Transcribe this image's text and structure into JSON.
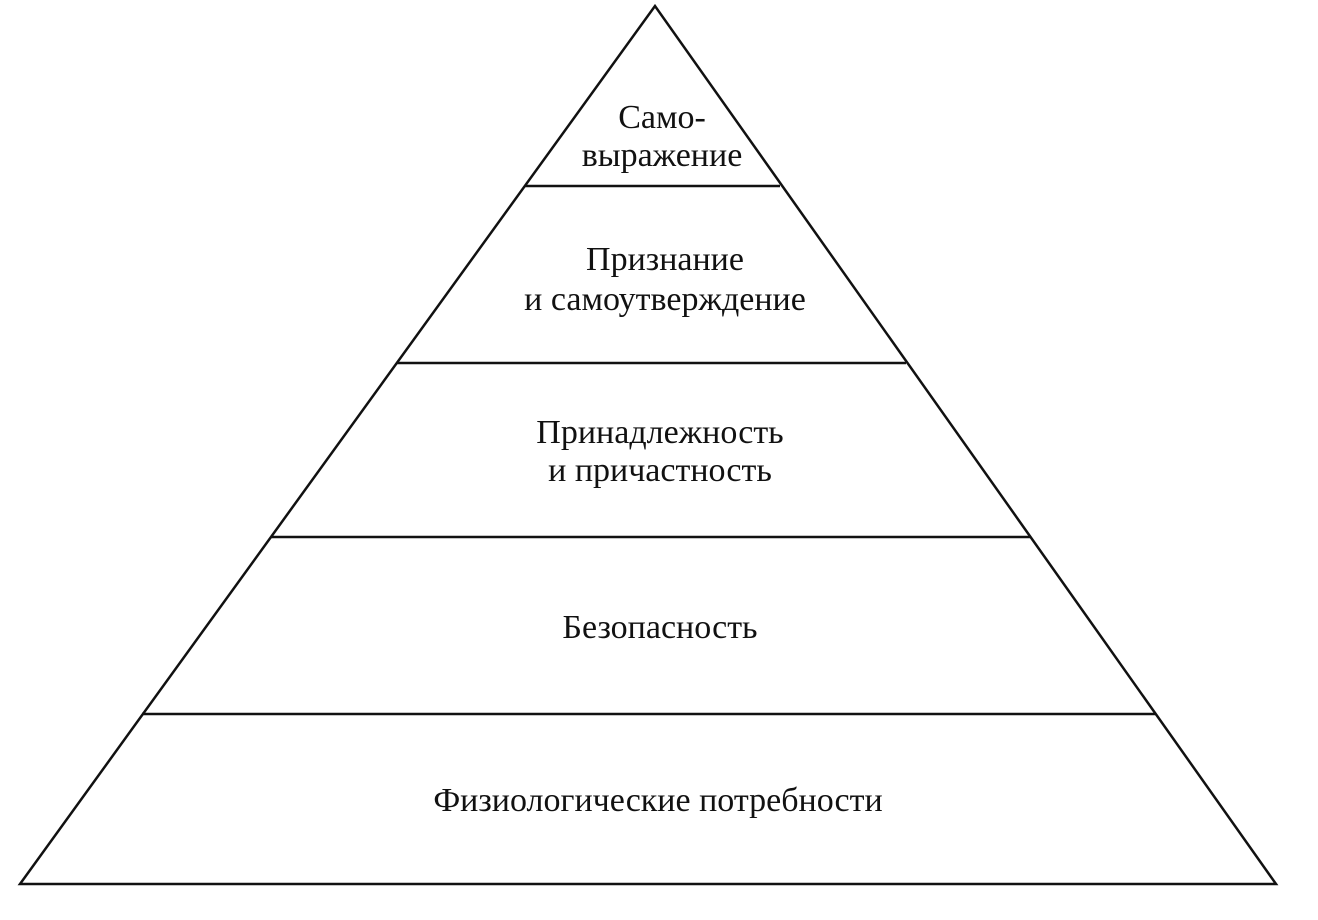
{
  "pyramid": {
    "levels": [
      {
        "lines": [
          "Само-",
          "выражение"
        ]
      },
      {
        "lines": [
          "Признание",
          "и самоутверждение"
        ]
      },
      {
        "lines": [
          "Принадлежность",
          "и причастность"
        ]
      },
      {
        "lines": [
          "Безопасность"
        ]
      },
      {
        "lines": [
          "Физиологические потребности"
        ]
      }
    ]
  }
}
